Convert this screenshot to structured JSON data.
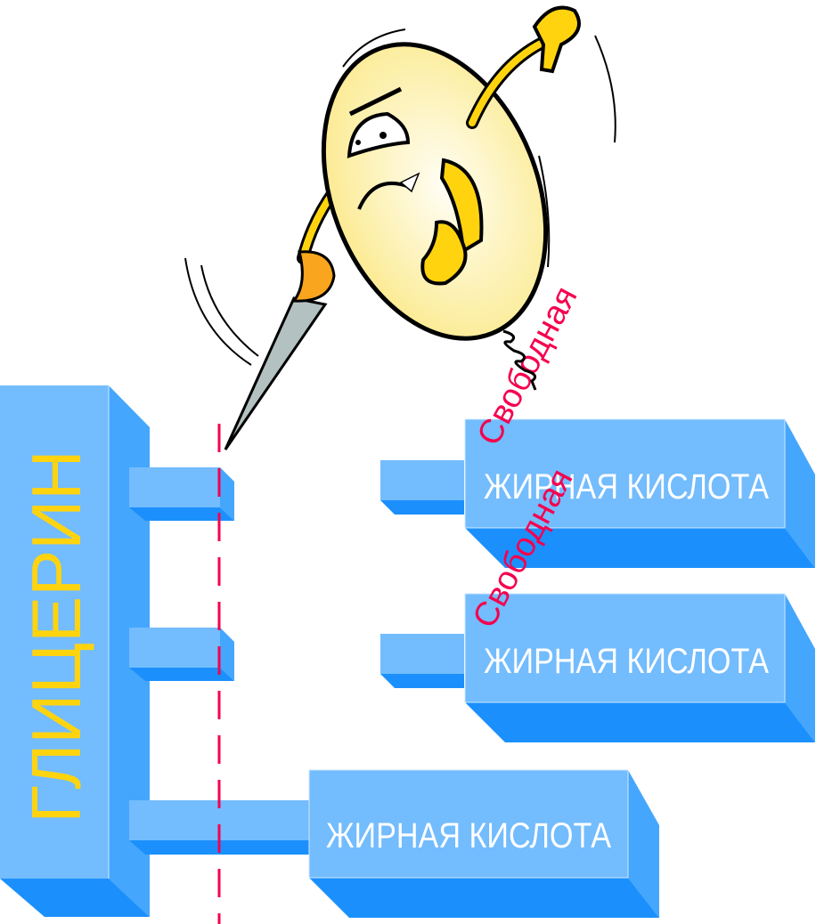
{
  "glycerol": {
    "label": "ГЛИЦЕРИН"
  },
  "fatty_acids": [
    {
      "label": "ЖИРНАЯ КИСЛОТА",
      "tag": "Свободная",
      "state": "free"
    },
    {
      "label": "ЖИРНАЯ КИСЛОТА",
      "tag": "Свободная",
      "state": "free"
    },
    {
      "label": "ЖИРНАЯ КИСЛОТА",
      "state": "bound"
    }
  ],
  "colors": {
    "front": "#73bcfd",
    "side": "#45a6fd",
    "bottom": "#1b90fd",
    "glycerol_text": "#ffd40f",
    "acid_text": "#ffffff",
    "tag_text": "#f5004e",
    "cut_line": "#f5004e"
  },
  "character": {
    "icon": "lipase-egg-character-with-knife-icon"
  }
}
